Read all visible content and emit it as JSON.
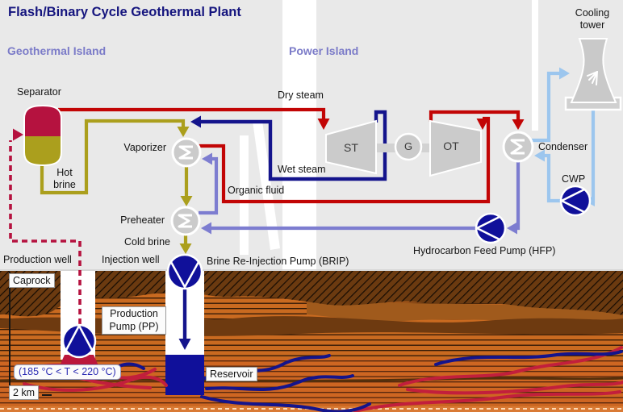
{
  "title": "Flash/Binary Cycle Geothermal Plant",
  "sections": {
    "geothermal_island": "Geothermal Island",
    "power_island": "Power Island"
  },
  "equipment": {
    "separator": "Separator",
    "vaporizer": "Vaporizer",
    "preheater": "Preheater",
    "condenser": "Condenser",
    "cooling_tower": "Cooling tower",
    "steam_turbine": "ST",
    "generator": "G",
    "organic_turbine": "OT",
    "cooling_water_pump": "CWP",
    "hydrocarbon_feed_pump": "Hydrocarbon Feed Pump (HFP)",
    "brine_reinjection_pump": "Brine Re-Injection Pump (BRIP)",
    "production_pump": "Production Pump (PP)"
  },
  "streams": {
    "dry_steam": "Dry steam",
    "wet_steam": "Wet steam",
    "organic_fluid": "Organic fluid",
    "hot_brine": "Hot brine",
    "cold_brine": "Cold brine"
  },
  "subsurface": {
    "production_well": "Production well",
    "injection_well": "Injection well",
    "caprock": "Caprock",
    "reservoir": "Reservoir",
    "temperature_range": "(185 °C < T < 220 °C)",
    "depth_scale": "2 km"
  },
  "colors": {
    "steam_red": "#c20505",
    "brine_crimson": "#b5123f",
    "navy_line": "#14148c",
    "pump_navy": "#10109a",
    "olive_brine": "#ab9f1d",
    "organic_liquid_purple": "#7d7dd0",
    "cooling_blue": "#9cc6ee",
    "equipment_gray": "#cbcbcb",
    "ground_orange": "#c96a20",
    "caprock_brown": "#6b3a10",
    "title_navy": "#15157e",
    "island_label_blue": "#7b7bc8"
  }
}
